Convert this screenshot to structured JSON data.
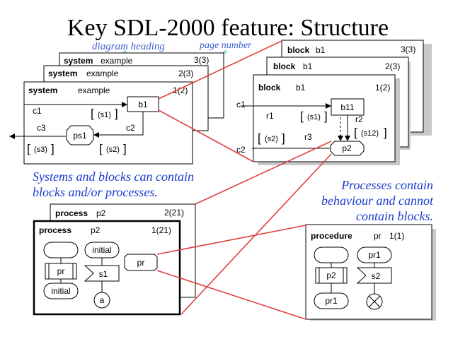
{
  "title": "Key SDL-2000 feature: Structure",
  "annotations": {
    "diagram_heading": "diagram heading",
    "page_number": "page number"
  },
  "system_stack": {
    "back2": {
      "kind": "system",
      "name": "example",
      "page": "3(3)"
    },
    "back1": {
      "kind": "system",
      "name": "example",
      "page": "2(3)"
    },
    "front": {
      "kind": "system",
      "name": "example",
      "page": "1(2)",
      "block": "b1",
      "process": "ps1",
      "channels": [
        "c1",
        "c2",
        "c3"
      ],
      "signals": [
        "(s1)",
        "(s2)",
        "(s3)"
      ]
    }
  },
  "block_stack": {
    "back2": {
      "kind": "block",
      "name": "b1",
      "page": "3(3)"
    },
    "back1": {
      "kind": "block",
      "name": "b1",
      "page": "2(3)"
    },
    "front": {
      "kind": "block",
      "name": "b1",
      "page": "1(2)",
      "block": "b11",
      "process": "p2",
      "channels": [
        "c1",
        "c2",
        "r1",
        "r2",
        "r3"
      ],
      "signals": [
        "(s1)",
        "(s2)",
        "(s12)"
      ]
    }
  },
  "captions": {
    "left": [
      "Systems and blocks can contain",
      "blocks and/or processes."
    ],
    "right": [
      "Processes contain",
      "behaviour and cannot",
      "contain blocks."
    ]
  },
  "process_stack": {
    "back": {
      "kind": "process",
      "name": "p2",
      "page": "2(21)"
    },
    "front": {
      "kind": "process",
      "name": "p2",
      "page": "1(21)",
      "states": [
        "initial",
        "initial"
      ],
      "procedure_call": "pr",
      "signal": "s1",
      "connector": "a",
      "procedure_ref": "pr"
    }
  },
  "procedure": {
    "kind": "procedure",
    "name": "pr",
    "page": "1(1)",
    "states": [
      "pr1",
      "pr1"
    ],
    "call": "p2",
    "signal": "s2"
  },
  "colors": {
    "title": "#000000",
    "annotation": "#3a5fcd",
    "caption": "#1a3ccf",
    "arrow": "#9fd9d0",
    "link": "#e04040",
    "shadow": "#c8c8c8",
    "line": "#000000"
  }
}
